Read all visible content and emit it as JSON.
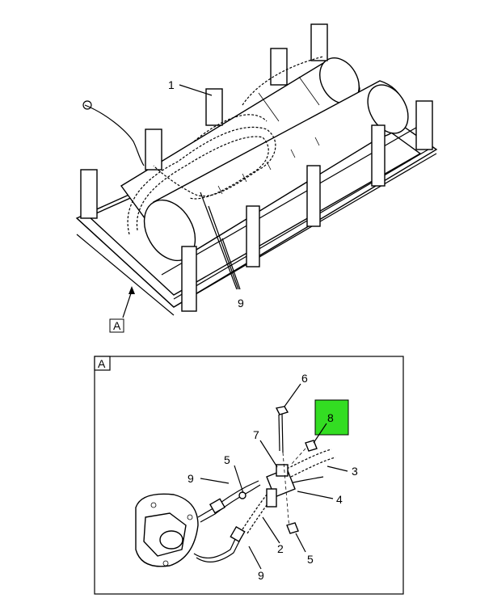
{
  "callouts": {
    "c1": "1",
    "c9_top": "9",
    "view_a_ref": "A",
    "detail_frame_label": "A",
    "c6": "6",
    "c8": "8",
    "c7": "7",
    "c3": "3",
    "c5_left": "5",
    "c9_left": "9",
    "c4": "4",
    "c2": "2",
    "c5_bottom": "5",
    "c9_bottom": "9"
  },
  "highlight_color": "#33dd22",
  "line_color": "#000000"
}
